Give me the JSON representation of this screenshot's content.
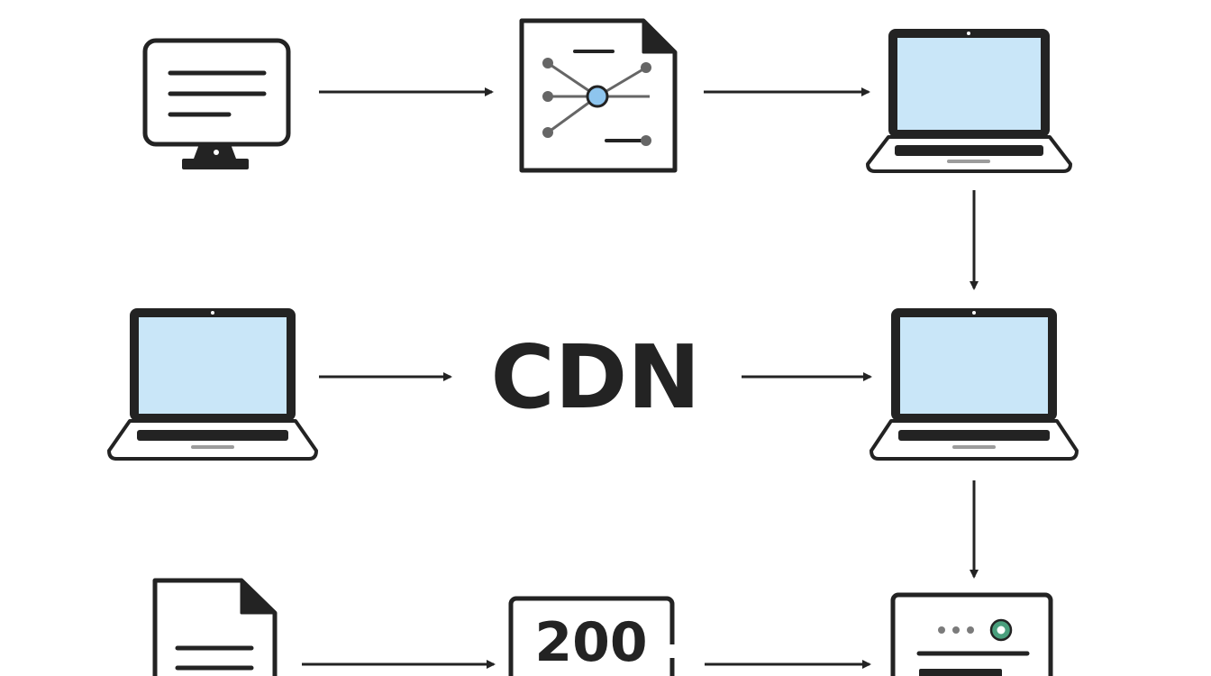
{
  "diagram": {
    "center_label": "CDN",
    "status_code": "200",
    "colors": {
      "stroke": "#232323",
      "screen_fill": "#c9e6f8",
      "node_fill": "#8ec5ee",
      "connector_gray": "#666666",
      "dot_gray": "#7b7b7b",
      "status_green": "#4a9f7d",
      "background": "#ffffff"
    },
    "nodes": [
      {
        "id": "desktop-monitor",
        "icon": "desktop-monitor-icon"
      },
      {
        "id": "network-document",
        "icon": "network-document-icon"
      },
      {
        "id": "laptop-top-right",
        "icon": "laptop-icon"
      },
      {
        "id": "laptop-middle-left",
        "icon": "laptop-icon"
      },
      {
        "id": "cdn-label",
        "icon": "text-label"
      },
      {
        "id": "laptop-middle-right",
        "icon": "laptop-icon"
      },
      {
        "id": "text-document",
        "icon": "document-icon"
      },
      {
        "id": "status-box",
        "icon": "status-code-box"
      },
      {
        "id": "server-window",
        "icon": "server-status-icon"
      }
    ],
    "edges": [
      {
        "from": "desktop-monitor",
        "to": "network-document"
      },
      {
        "from": "network-document",
        "to": "laptop-top-right"
      },
      {
        "from": "laptop-top-right",
        "to": "laptop-middle-right"
      },
      {
        "from": "laptop-middle-left",
        "to": "cdn-label"
      },
      {
        "from": "cdn-label",
        "to": "laptop-middle-right"
      },
      {
        "from": "laptop-middle-right",
        "to": "server-window"
      },
      {
        "from": "text-document",
        "to": "status-box"
      },
      {
        "from": "status-box",
        "to": "server-window"
      }
    ]
  }
}
